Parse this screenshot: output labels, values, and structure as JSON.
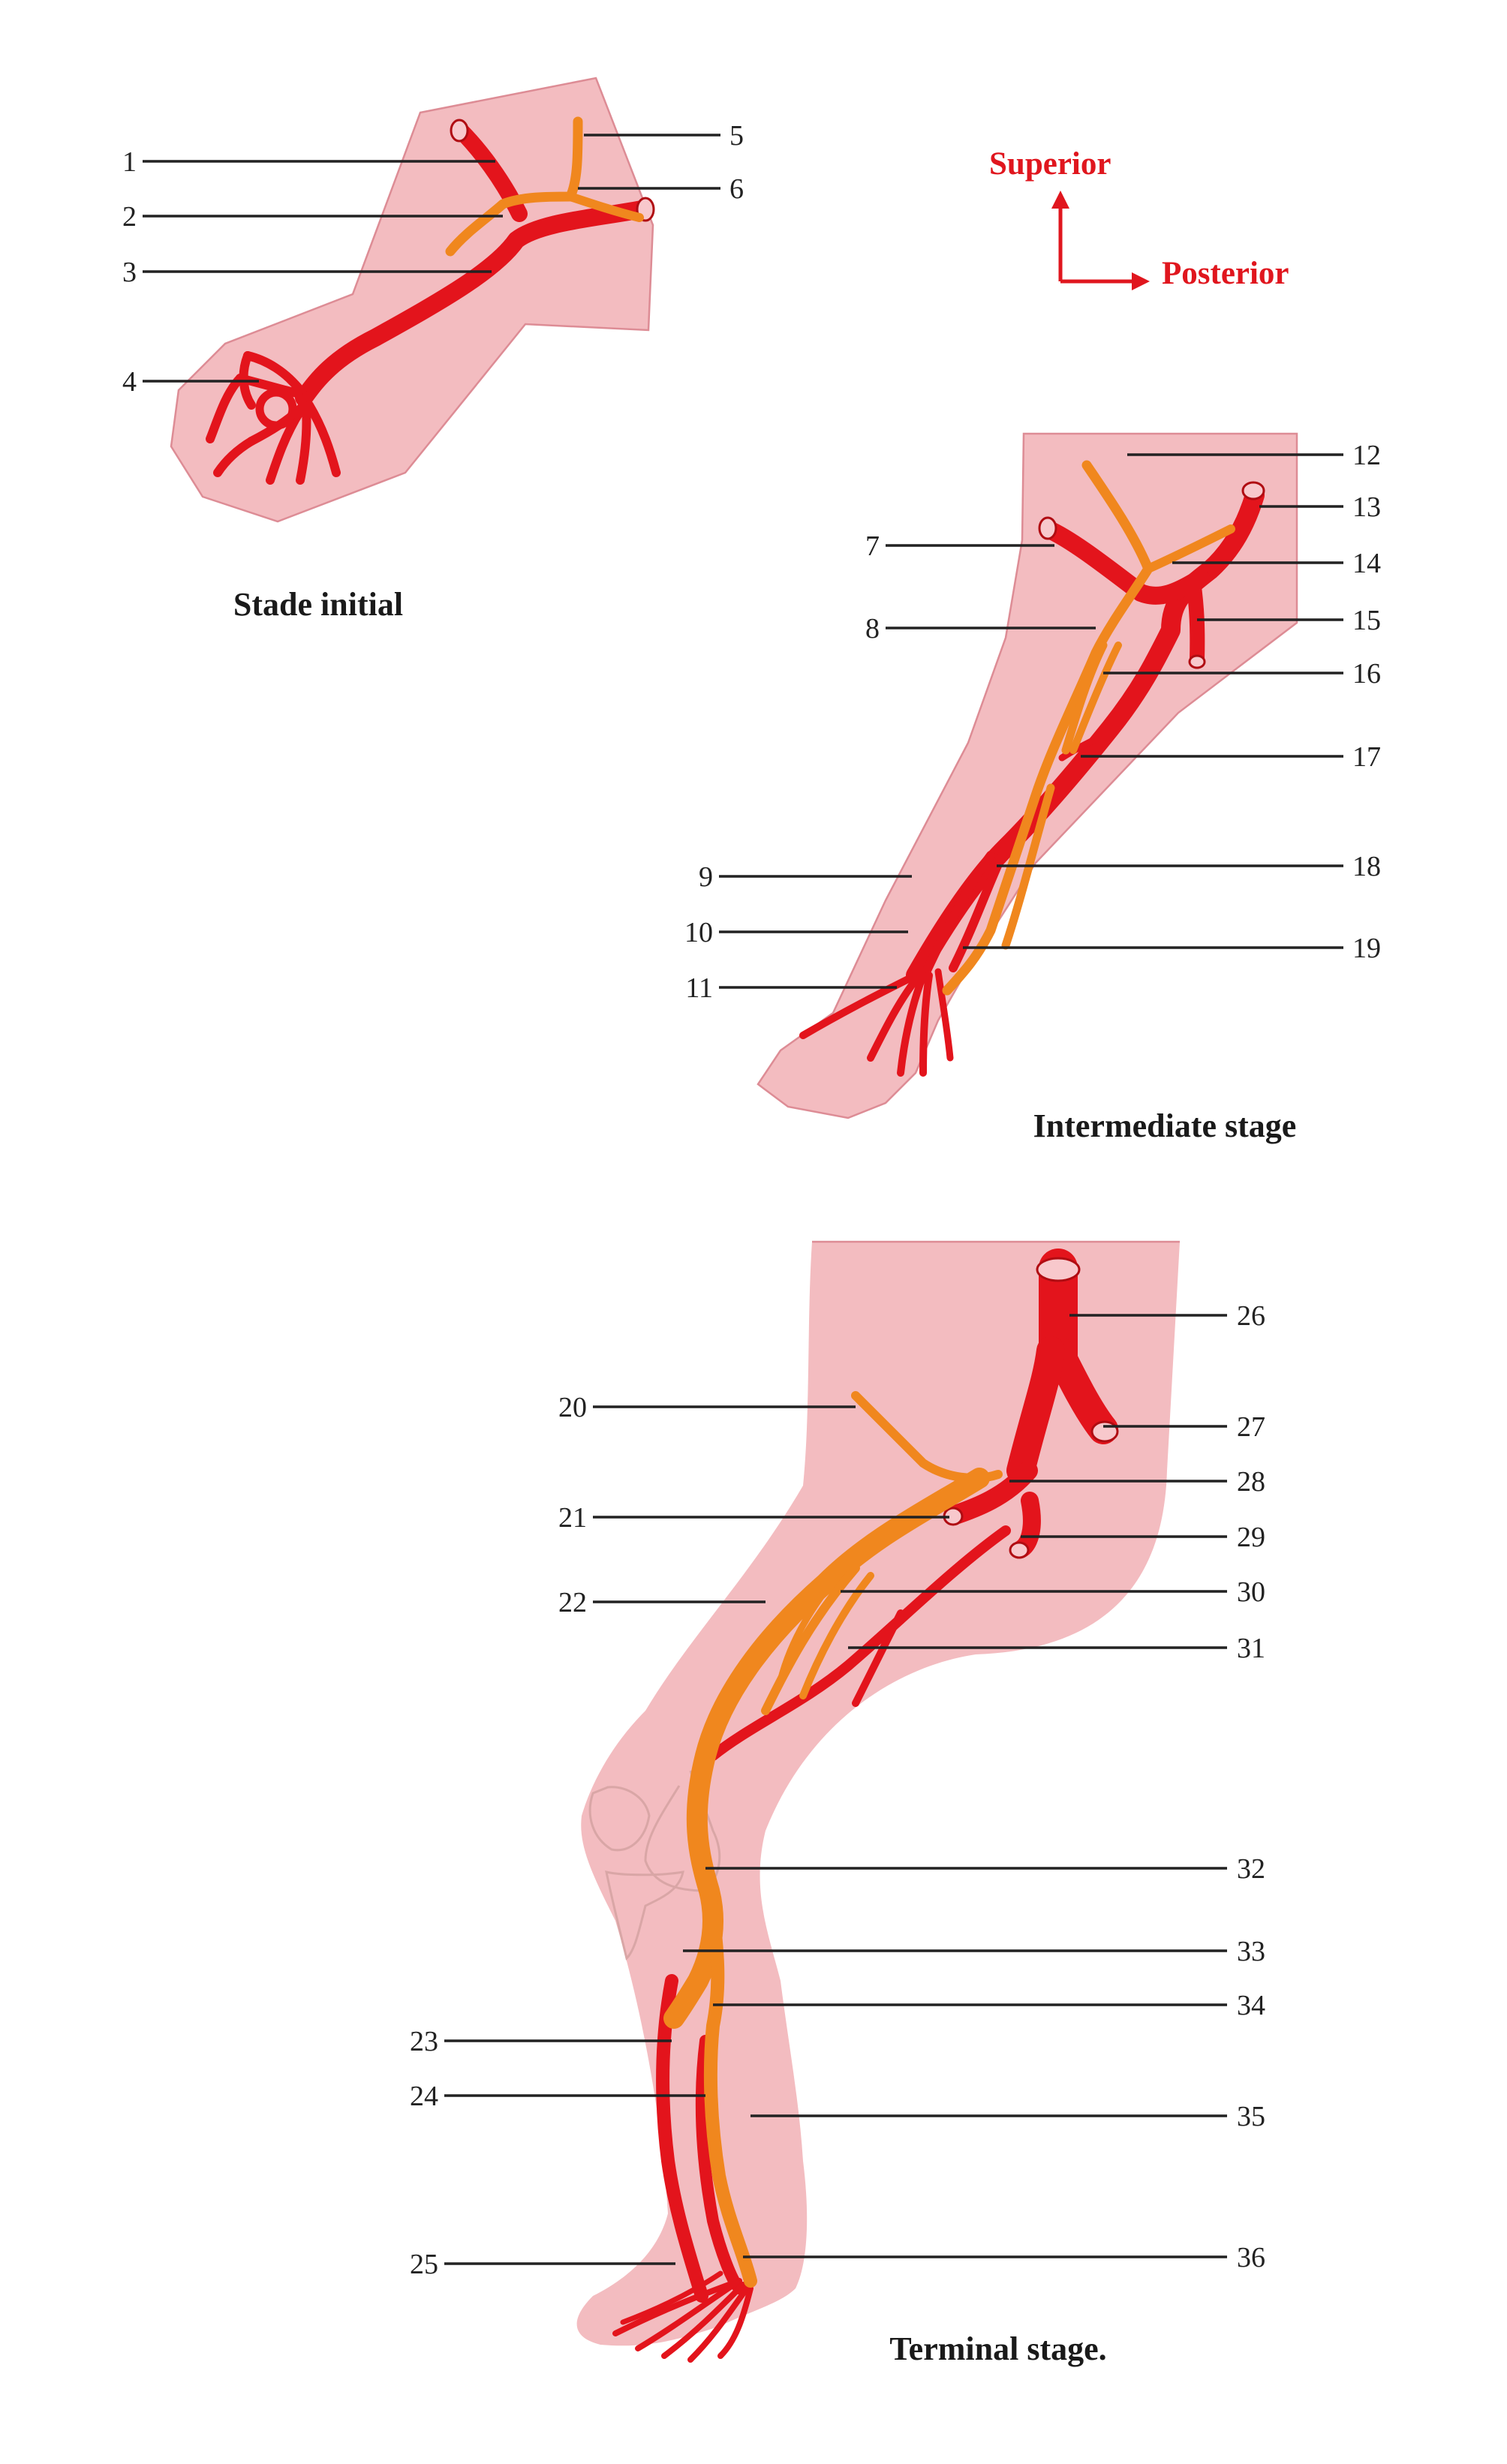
{
  "captions": {
    "stage_initial": "Stade initial",
    "stage_intermediate": "Intermediate stage",
    "stage_terminal": "Terminal stage."
  },
  "orientation": {
    "superior": "Superior",
    "posterior": "Posterior"
  },
  "labels": [
    "1",
    "2",
    "3",
    "4",
    "5",
    "6",
    "7",
    "8",
    "9",
    "10",
    "11",
    "12",
    "13",
    "14",
    "15",
    "16",
    "17",
    "18",
    "19",
    "20",
    "21",
    "22",
    "23",
    "24",
    "25",
    "26",
    "27",
    "28",
    "29",
    "30",
    "31",
    "32",
    "33",
    "34",
    "35",
    "36"
  ],
  "colors": {
    "skin": "#f3bcc0",
    "artery": "#e3141c",
    "nerve": "#f0871e",
    "orientation_text": "#e0161e"
  }
}
